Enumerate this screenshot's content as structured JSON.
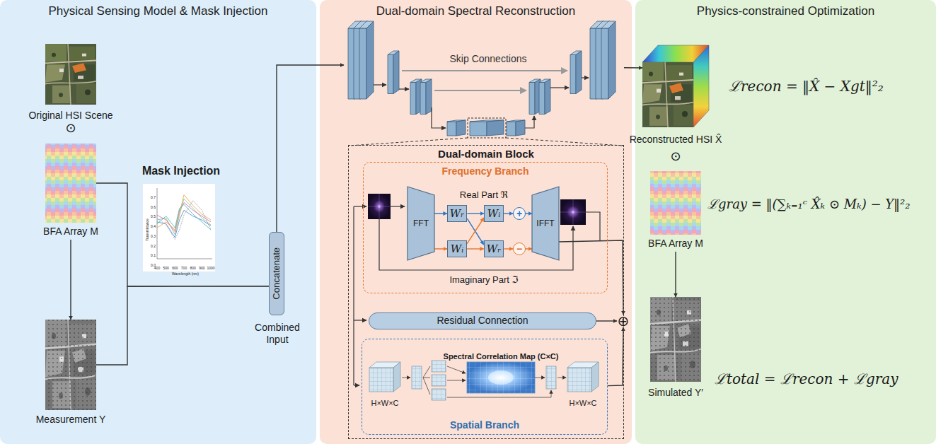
{
  "diagram": {
    "nodes": [
      {
        "text": [
          "Physical Sensing Model & Mask Injection"
        ]
      },
      {
        "text": [
          "Original HSI Scene"
        ],
        "in": 0
      },
      {
        "text": [
          "BFA Array M"
        ],
        "in": 0
      },
      {
        "text": [
          "Measurement Y"
        ],
        "in": 0
      },
      {
        "text": [
          "Mask Injection"
        ],
        "in": 0
      },
      {
        "text": [
          "Concatenate",
          "Combined Input"
        ],
        "in": 0
      },
      {
        "text": [
          "Dual-domain Spectral Reconstruction"
        ]
      },
      {
        "text": [
          "Skip Connections"
        ],
        "in": 6
      },
      {
        "text": [
          "Dual-domain Block"
        ],
        "in": 6
      },
      {
        "text": [
          "Frequency Branch"
        ],
        "in": 8
      },
      {
        "text": [
          "FFT"
        ],
        "in": 9
      },
      {
        "text": [
          "Wᵣ"
        ],
        "in": 9
      },
      {
        "text": [
          "Wᵢ"
        ],
        "in": 9
      },
      {
        "text": [
          "Wᵢ"
        ],
        "in": 9
      },
      {
        "text": [
          "Wᵣ"
        ],
        "in": 9
      },
      {
        "text": [
          "+"
        ],
        "in": 9
      },
      {
        "text": [
          "−"
        ],
        "in": 9
      },
      {
        "text": [
          "IFFT"
        ],
        "in": 9
      },
      {
        "text": [
          "Residual Connection"
        ],
        "in": 8
      },
      {
        "text": [
          "⊕"
        ],
        "in": 8
      },
      {
        "text": [
          "Spatial Branch"
        ],
        "in": 8
      },
      {
        "text": [
          "Physics-constrained Optimization"
        ]
      },
      {
        "text": [
          "Reconstructed HSI X̂"
        ],
        "in": 21
      },
      {
        "text": [
          "BFA Array M"
        ],
        "in": 21
      },
      {
        "text": [
          "Simulated Y′"
        ],
        "in": 21
      }
    ],
    "edges": [
      {
        "from": 2,
        "to": 3,
        "arrow": "to"
      },
      {
        "from": 2,
        "to": 5,
        "arrow": "none"
      },
      {
        "from": 3,
        "to": 5,
        "arrow": "none"
      },
      {
        "from": 5,
        "to": 7,
        "arrow": "to"
      },
      {
        "from": 7,
        "to": 22,
        "arrow": "to"
      },
      {
        "from": 10,
        "to": 11,
        "arrow": "to"
      },
      {
        "from": 10,
        "to": 13,
        "arrow": "to"
      },
      {
        "from": 11,
        "to": 12,
        "arrow": "to"
      },
      {
        "from": 11,
        "to": 14,
        "arrow": "to"
      },
      {
        "from": 13,
        "to": 12,
        "arrow": "to"
      },
      {
        "from": 13,
        "to": 14,
        "arrow": "to"
      },
      {
        "from": 12,
        "to": 15,
        "arrow": "to"
      },
      {
        "from": 14,
        "to": 16,
        "arrow": "to"
      },
      {
        "from": 15,
        "to": 17,
        "arrow": "to"
      },
      {
        "from": 16,
        "to": 17,
        "arrow": "to"
      },
      {
        "from": 17,
        "to": 19,
        "arrow": "to"
      },
      {
        "from": 18,
        "to": 19,
        "arrow": "to"
      },
      {
        "from": 20,
        "to": 19,
        "arrow": "to"
      },
      {
        "from": 23,
        "to": 24,
        "arrow": "to"
      }
    ],
    "labels": [
      "⊙",
      "Transmittance",
      "Wavelength (nm)",
      "0.7",
      "0.6",
      "0.5",
      "0.4",
      "0.3",
      "0.2",
      "0.1",
      "0.0",
      "400",
      "500",
      "600",
      "700",
      "800",
      "900",
      "1000",
      "Real Part ℜ",
      "Imaginary Part ℑ",
      "Spectral Correlation Map (C×C)",
      "H×W×C",
      "H×W×C",
      "ℒrecon = ‖X̂ − Xgt‖²₂",
      "⊙",
      "ℒgray = ‖(∑ₖ₌₁ᶜ X̂ₖ ⊙ Mₖ) − Y‖²₂",
      "ℒtotal = ℒrecon + ℒgray"
    ]
  }
}
